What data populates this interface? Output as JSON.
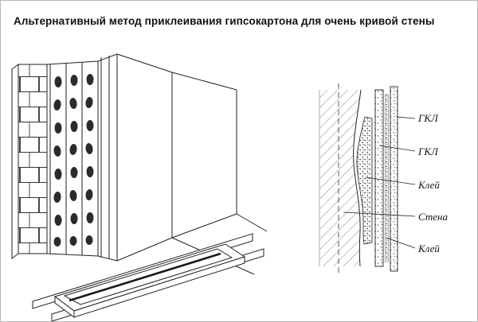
{
  "page": {
    "title": "Альтернативный метод приклеивания гипсокартона для очень кривой стены"
  },
  "detail_labels": {
    "gkl_outer": "ГКЛ",
    "gkl_inner": "ГКЛ",
    "glue_wall": "Клей",
    "wall": "Стена",
    "glue_between": "Клей"
  },
  "colors": {
    "line": "#222222",
    "glue_dab": "#2b2b2b",
    "hatch": "#666666"
  }
}
